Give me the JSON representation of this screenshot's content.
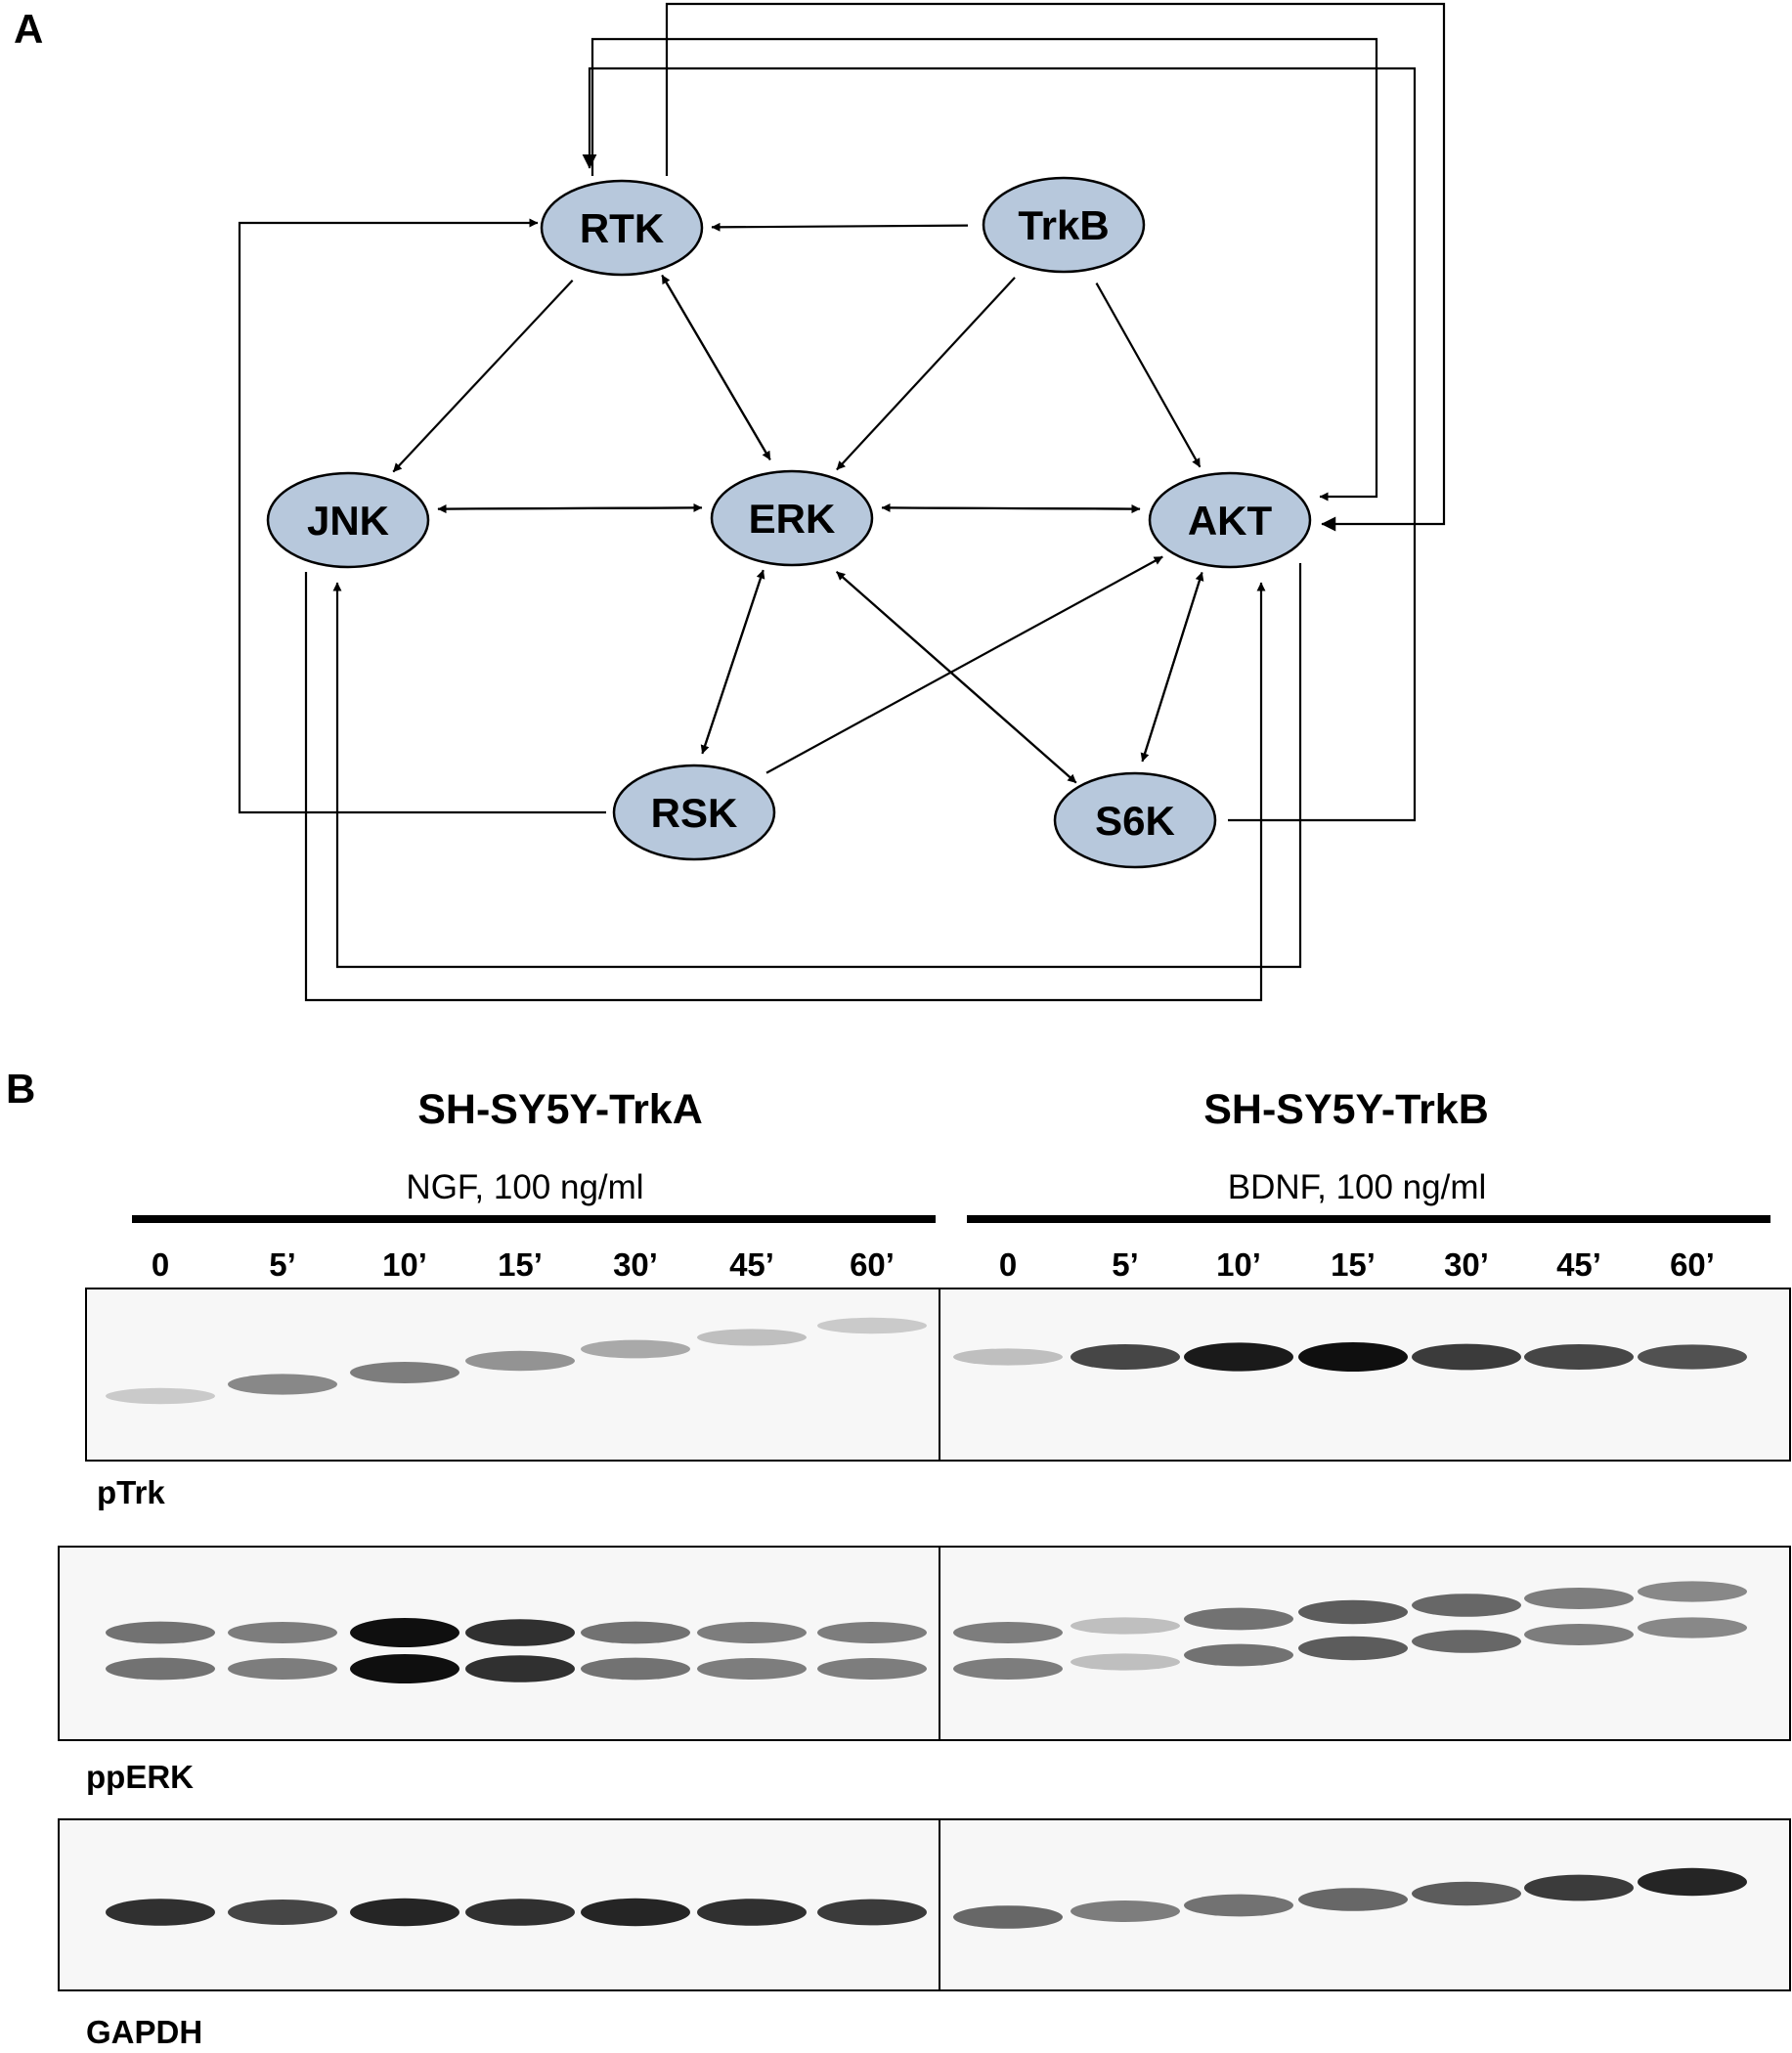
{
  "panel_a": {
    "letter": "A",
    "nodes": [
      {
        "id": "RTK",
        "label": "RTK"
      },
      {
        "id": "TrkB",
        "label": "TrkB"
      },
      {
        "id": "JNK",
        "label": "JNK"
      },
      {
        "id": "ERK",
        "label": "ERK"
      },
      {
        "id": "AKT",
        "label": "AKT"
      },
      {
        "id": "RSK",
        "label": "RSK"
      },
      {
        "id": "S6K",
        "label": "S6K"
      }
    ],
    "edges": [
      {
        "from": "TrkB",
        "to": "RTK"
      },
      {
        "from": "TrkB",
        "to": "ERK"
      },
      {
        "from": "TrkB",
        "to": "AKT"
      },
      {
        "from": "RTK",
        "to": "JNK"
      },
      {
        "from": "RTK",
        "to": "ERK"
      },
      {
        "from": "ERK",
        "to": "RTK"
      },
      {
        "from": "JNK",
        "to": "ERK"
      },
      {
        "from": "ERK",
        "to": "JNK"
      },
      {
        "from": "ERK",
        "to": "AKT"
      },
      {
        "from": "AKT",
        "to": "ERK"
      },
      {
        "from": "ERK",
        "to": "RSK"
      },
      {
        "from": "RSK",
        "to": "ERK"
      },
      {
        "from": "ERK",
        "to": "S6K"
      },
      {
        "from": "S6K",
        "to": "ERK"
      },
      {
        "from": "AKT",
        "to": "S6K"
      },
      {
        "from": "S6K",
        "to": "AKT"
      },
      {
        "from": "RSK",
        "to": "AKT"
      },
      {
        "from": "RSK",
        "to": "RTK"
      },
      {
        "from": "S6K",
        "to": "RTK"
      },
      {
        "from": "RTK",
        "to": "AKT"
      },
      {
        "from": "AKT",
        "to": "RTK"
      },
      {
        "from": "AKT",
        "to": "JNK"
      },
      {
        "from": "JNK",
        "to": "AKT"
      }
    ]
  },
  "panel_b": {
    "letter": "B",
    "groups": [
      {
        "title": "SH-SY5Y-TrkA",
        "treatment": "NGF, 100 ng/ml",
        "timepoints": [
          "0",
          "5’",
          "10’",
          "15’",
          "30’",
          "45’",
          "60’"
        ]
      },
      {
        "title": "SH-SY5Y-TrkB",
        "treatment": "BDNF, 100 ng/ml",
        "timepoints": [
          "0",
          "5’",
          "10’",
          "15’",
          "30’",
          "45’",
          "60’"
        ]
      }
    ],
    "blots": [
      {
        "label": "pTrk",
        "bands": 1,
        "intensity": [
          0.15,
          0.45,
          0.5,
          0.4,
          0.3,
          0.2,
          0.15,
          0.2,
          0.75,
          0.95,
          1.0,
          0.8,
          0.75,
          0.7
        ]
      },
      {
        "label": "ppERK",
        "bands": 2,
        "intensity": [
          0.55,
          0.5,
          1.0,
          0.85,
          0.55,
          0.5,
          0.5,
          0.5,
          0.2,
          0.55,
          0.65,
          0.6,
          0.5,
          0.45
        ]
      },
      {
        "label": "GAPDH",
        "bands": 1,
        "intensity": [
          0.85,
          0.75,
          0.9,
          0.85,
          0.9,
          0.85,
          0.8,
          0.6,
          0.5,
          0.55,
          0.6,
          0.65,
          0.8,
          0.9
        ]
      }
    ]
  }
}
